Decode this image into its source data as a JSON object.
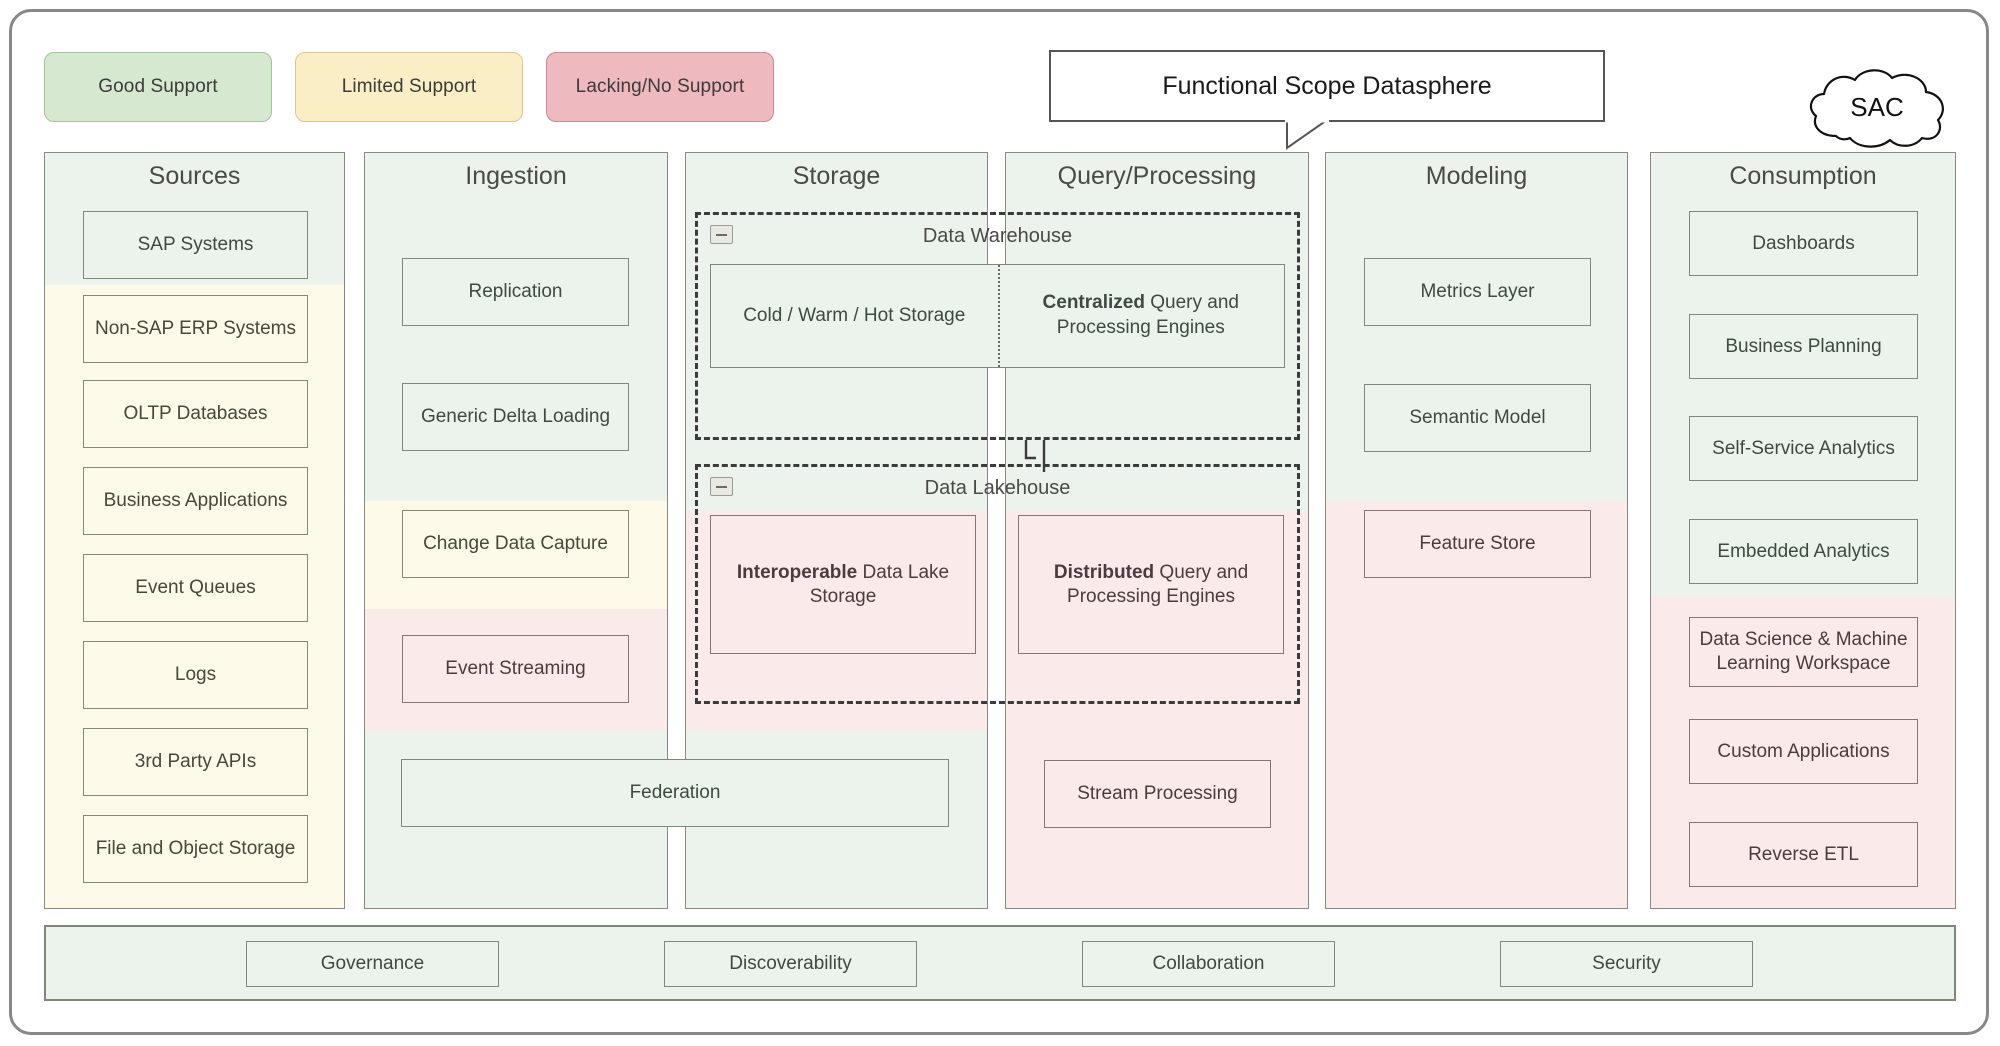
{
  "legend": [
    {
      "label": "Good Support",
      "color": "#d6e8d0",
      "level": "good"
    },
    {
      "label": "Limited Support",
      "color": "#faeec5",
      "level": "limited"
    },
    {
      "label": "Lacking/No Support",
      "color": "#eeb9bf",
      "level": "lacking"
    }
  ],
  "callout": {
    "title": "Functional Scope Datasphere"
  },
  "cloud": {
    "label": "SAC"
  },
  "columns": [
    {
      "id": "sources",
      "title": "Sources",
      "items": [
        {
          "label": "SAP Systems",
          "level": "good"
        },
        {
          "label": "Non-SAP ERP Systems",
          "level": "limited"
        },
        {
          "label": "OLTP Databases",
          "level": "limited"
        },
        {
          "label": "Business Applications",
          "level": "limited"
        },
        {
          "label": "Event Queues",
          "level": "limited"
        },
        {
          "label": "Logs",
          "level": "limited"
        },
        {
          "label": "3rd Party APIs",
          "level": "limited"
        },
        {
          "label": "File and Object Storage",
          "level": "limited"
        }
      ]
    },
    {
      "id": "ingestion",
      "title": "Ingestion",
      "items": [
        {
          "label": "Replication",
          "level": "good"
        },
        {
          "label": "Generic Delta Loading",
          "level": "good"
        },
        {
          "label": "Change Data Capture",
          "level": "limited"
        },
        {
          "label": "Event Streaming",
          "level": "lacking"
        },
        {
          "label": "Federation",
          "level": "good"
        }
      ]
    },
    {
      "id": "storage",
      "title": "Storage",
      "items": []
    },
    {
      "id": "query-processing",
      "title": "Query/Processing",
      "items": [
        {
          "label": "Stream Processing",
          "level": "lacking"
        }
      ]
    },
    {
      "id": "modeling",
      "title": "Modeling",
      "items": [
        {
          "label": "Metrics Layer",
          "level": "good"
        },
        {
          "label": "Semantic Model",
          "level": "good"
        },
        {
          "label": "Feature Store",
          "level": "lacking"
        }
      ]
    },
    {
      "id": "consumption",
      "title": "Consumption",
      "items": [
        {
          "label": "Dashboards",
          "level": "good"
        },
        {
          "label": "Business Planning",
          "level": "good"
        },
        {
          "label": "Self-Service Analytics",
          "level": "good"
        },
        {
          "label": "Embedded Analytics",
          "level": "good"
        },
        {
          "label": "Data Science & Machine Learning Workspace",
          "level": "lacking"
        },
        {
          "label": "Custom Applications",
          "level": "lacking"
        },
        {
          "label": "Reverse ETL",
          "level": "lacking"
        }
      ]
    }
  ],
  "groups": [
    {
      "id": "data-warehouse",
      "title": "Data Warehouse",
      "level": "good",
      "left": {
        "prefix": "",
        "bold": "",
        "text": "Cold / Warm / Hot Storage"
      },
      "right": {
        "prefix": "",
        "bold": "Centralized",
        "text": " Query and Processing Engines"
      }
    },
    {
      "id": "data-lakehouse",
      "title": "Data Lakehouse",
      "level": "lacking",
      "left": {
        "prefix": "",
        "bold": "Interoperable",
        "text": " Data Lake Storage"
      },
      "right": {
        "prefix": "",
        "bold": "Distributed",
        "text": " Query and Processing Engines"
      }
    }
  ],
  "bottom_bar": {
    "items": [
      {
        "label": "Governance"
      },
      {
        "label": "Discoverability"
      },
      {
        "label": "Collaboration"
      },
      {
        "label": "Security"
      }
    ]
  }
}
